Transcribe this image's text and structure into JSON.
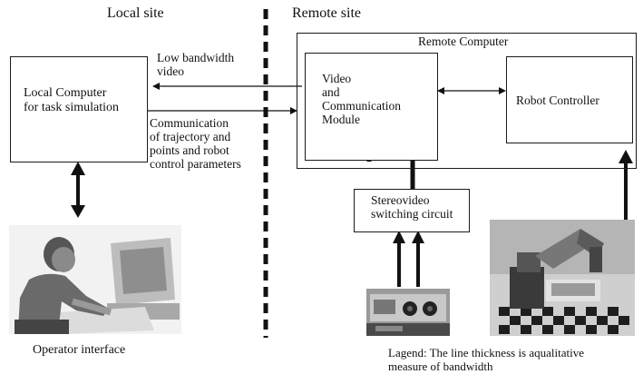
{
  "sites": {
    "local_label": "Local site",
    "remote_label": "Remote site"
  },
  "local_computer": {
    "label": "Local Computer\nfor task simulation"
  },
  "remote_computer": {
    "label": "Remote Computer"
  },
  "video_module": {
    "label": "Video\nand\nCommunication\nModule"
  },
  "robot_controller": {
    "label": "Robot Controller"
  },
  "stereo_switch": {
    "label": "Stereovideo\nswitching circuit"
  },
  "links": {
    "low_bandwidth_video": "Low bandwidth\nvideo",
    "communication": "Communication\nof trajectory and\npoints and robot\ncontrol parameters"
  },
  "captions": {
    "operator_interface": "Operator interface",
    "legend": "Lagend: The line thickness is aqualitative\nmeasure of bandwidth"
  },
  "images": {
    "operator": "operator-at-computer-photo",
    "cameras": "stereo-camera-photo",
    "robot": "robot-arm-photo"
  }
}
